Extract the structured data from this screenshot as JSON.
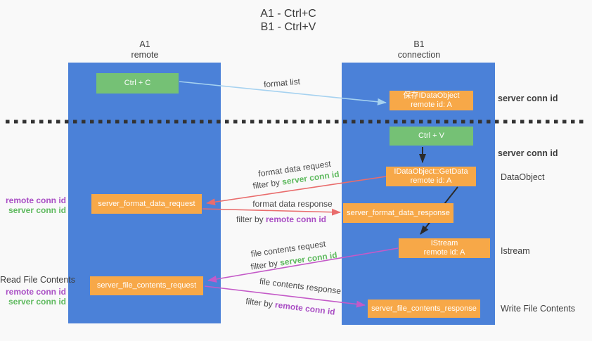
{
  "title": {
    "line1": "A1 - Ctrl+C",
    "line2": "B1 - Ctrl+V"
  },
  "lanes": {
    "left": {
      "title": "A1",
      "subtitle": "remote"
    },
    "right": {
      "title": "B1",
      "subtitle": "connection"
    }
  },
  "nodes": {
    "ctrl_c": {
      "label": "Ctrl + C"
    },
    "save_idataobject": {
      "line1": "保存IDataObject",
      "line2": "remote id: A"
    },
    "ctrl_v": {
      "label": "Ctrl + V"
    },
    "getdata": {
      "line1": "IDataObject::GetData",
      "line2": "remote id: A"
    },
    "format_request": {
      "label": "server_format_data_request"
    },
    "format_response": {
      "label": "server_format_data_response"
    },
    "istream": {
      "line1": "IStream",
      "line2": "remote id: A"
    },
    "file_request": {
      "label": "server_file_contents_request"
    },
    "file_response": {
      "label": "server_file_contents_response"
    }
  },
  "annotations": {
    "server_conn_id_top": "server conn id",
    "server_conn_id_mid": "server conn id",
    "dataobject": "DataObject",
    "istream": "Istream",
    "write_file_contents": "Write File Contents",
    "read_file_contents": "Read File Contents",
    "format_req_remote_conn": "remote conn id",
    "format_req_server_conn": "server conn id",
    "file_req_remote_conn": "remote conn id",
    "file_req_server_conn": "server conn id"
  },
  "arrows": {
    "format_list": {
      "label": "format list"
    },
    "format_data_request": {
      "label": "format data request",
      "filter_prefix": "filter by ",
      "filter_key": "server conn id"
    },
    "format_data_response": {
      "label": "format data response",
      "filter_prefix": "filter by ",
      "filter_key": "remote conn id"
    },
    "file_contents_request": {
      "label": "file contents request",
      "filter_prefix": "filter by ",
      "filter_key": "server conn id"
    },
    "file_contents_response": {
      "label": "file contents response",
      "filter_prefix": "filter by ",
      "filter_key": "remote conn id"
    }
  },
  "colors": {
    "lane_blue": "#4b81d8",
    "node_green": "#75c175",
    "node_orange": "#f7a848",
    "arrow_light_blue": "#a6d2f0",
    "arrow_red": "#e96c6c",
    "arrow_magenta": "#c45ac8",
    "arrow_black": "#2b2b2b",
    "text_green": "#5fba5f",
    "text_purple": "#a94ec4",
    "divider_black": "#333333"
  }
}
